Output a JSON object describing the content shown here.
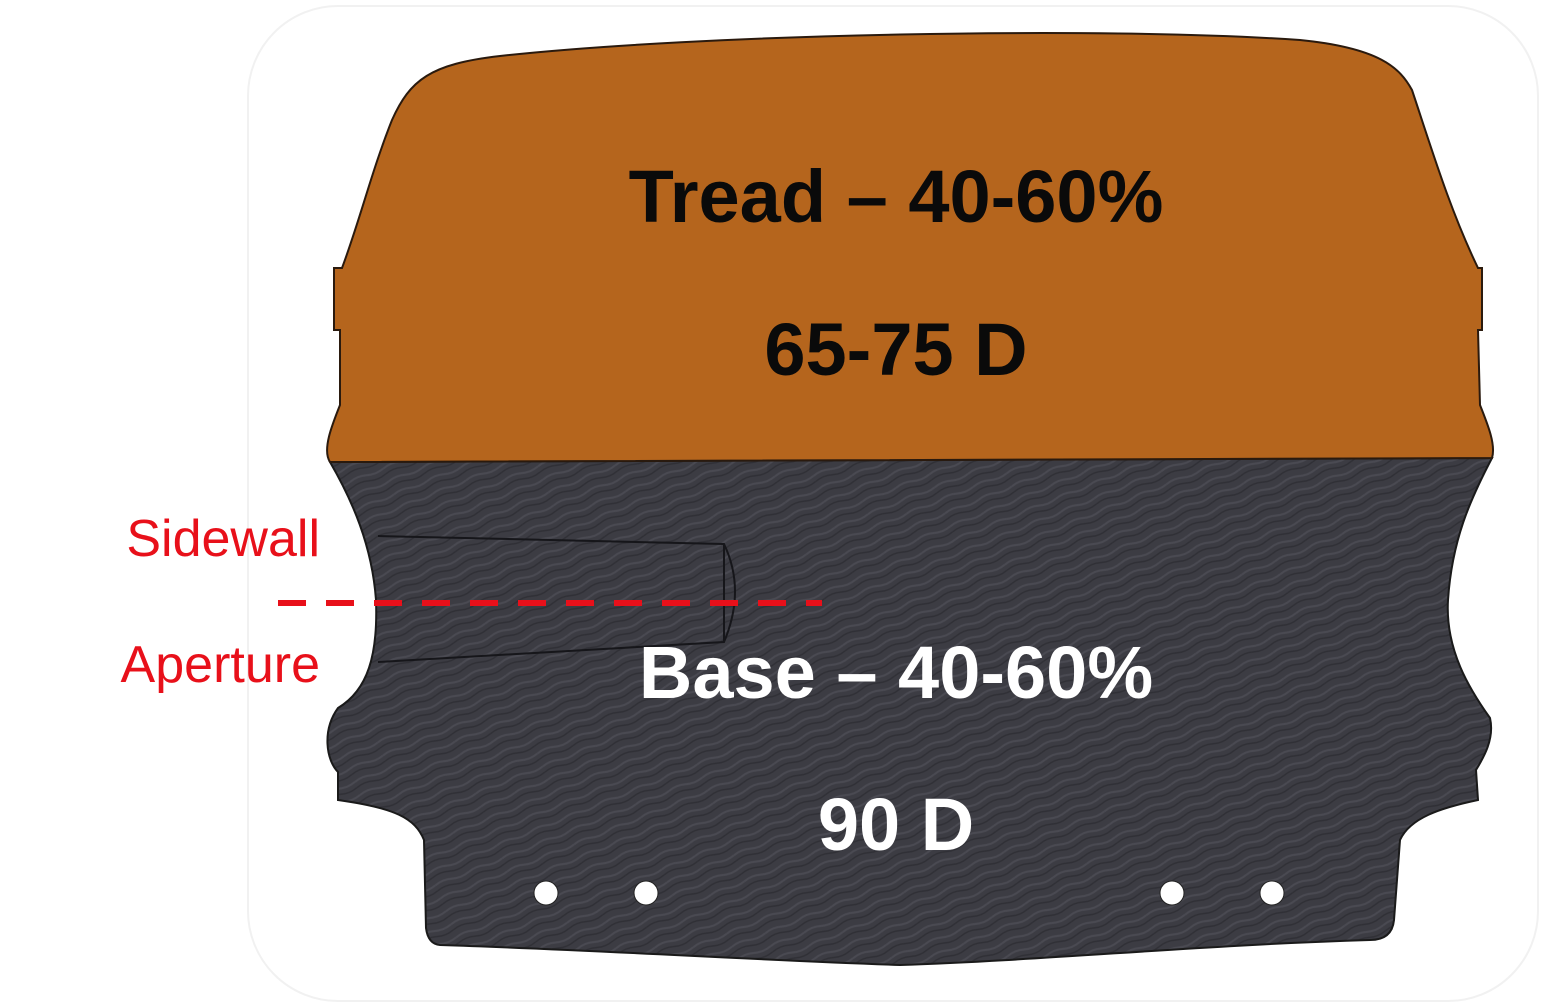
{
  "tread": {
    "title": "Tread – 40-60%",
    "hardness": "65-75 D",
    "color": "#b5651d"
  },
  "base": {
    "title": "Base – 40-60%",
    "hardness": "90 D",
    "color": "#3a3a40"
  },
  "annotations": {
    "sidewall": "Sidewall",
    "aperture": "Aperture",
    "divider_color": "#e8101a"
  },
  "mounting_holes": 4
}
